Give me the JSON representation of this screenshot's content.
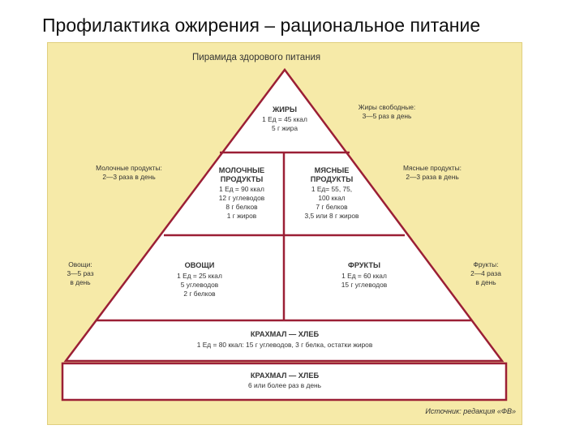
{
  "slide_title": "Профилактика ожирения – рациональное питание",
  "diagram": {
    "title": "Пирамида здорового питания",
    "tiers": {
      "fats": {
        "name": "ЖИРЫ",
        "lines": [
          "1 Ед = 45 ккал",
          "5 г жира"
        ],
        "side_label": [
          "Жиры свободные:",
          "3—5 раз в день"
        ]
      },
      "dairy": {
        "name": [
          "МОЛОЧНЫЕ",
          "ПРОДУКТЫ"
        ],
        "lines": [
          "1 Ед = 90 ккал",
          "12 г углеводов",
          "8 г белков",
          "1 г жиров"
        ],
        "side_label": [
          "Молочные продукты:",
          "2—3 раза в день"
        ]
      },
      "meat": {
        "name": [
          "МЯСНЫЕ",
          "ПРОДУКТЫ"
        ],
        "lines": [
          "1 Ед= 55, 75,",
          "100 ккал",
          "7 г белков",
          "3,5 или 8 г жиров"
        ],
        "side_label": [
          "Мясные продукты:",
          "2—3 раза в день"
        ]
      },
      "vegetables": {
        "name": "ОВОЩИ",
        "lines": [
          "1 Ед = 25 ккал",
          "5 углеводов",
          "2 г белков"
        ],
        "side_label": [
          "Овощи:",
          "3—5 раз",
          "в день"
        ]
      },
      "fruits": {
        "name": "ФРУКТЫ",
        "lines": [
          "1 Ед = 60 ккал",
          "15 г углеводов"
        ],
        "side_label": [
          "Фрукты:",
          "2—4 раза",
          "в день"
        ]
      },
      "starch_bread": {
        "name": "КРАХМАЛ — ХЛЕБ",
        "lines": [
          "1 Ед = 80 ккал: 15 г углеводов, 3 г белка, остатки жиров"
        ]
      },
      "starch_bread_base": {
        "name": "КРАХМАЛ — ХЛЕБ",
        "lines": [
          "6 или более раз в день"
        ]
      }
    },
    "source": "Источник: редакция «ФВ»",
    "colors": {
      "background": "#f6eaa8",
      "outline": "#9b1f35",
      "fill": "#ffffff"
    }
  }
}
